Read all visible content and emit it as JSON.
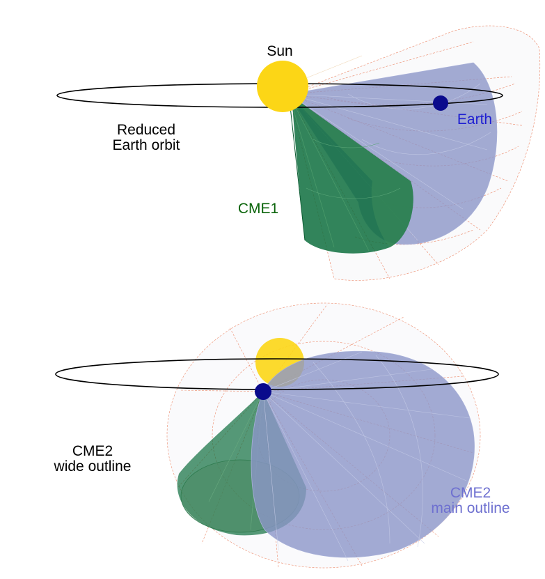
{
  "top_panel": {
    "sun_label": "Sun",
    "orbit_label_line1": "Reduced",
    "orbit_label_line2": "Earth orbit",
    "earth_label": "Earth",
    "cme1_label": "CME1"
  },
  "bottom_panel": {
    "wide_label_line1": "CME2",
    "wide_label_line2": "wide outline",
    "main_label_line1": "CME2",
    "main_label_line2": "main outline"
  },
  "colors": {
    "sun": "#fcd616",
    "earth": "#0a0a8c",
    "cme1": "#0e6e3e",
    "cme_blue": "#8c96c8",
    "wide_wire": "#e8704a",
    "earth_label": "#1e1ed2",
    "cme1_label": "#0a640a",
    "main_label": "#6e70d0"
  }
}
